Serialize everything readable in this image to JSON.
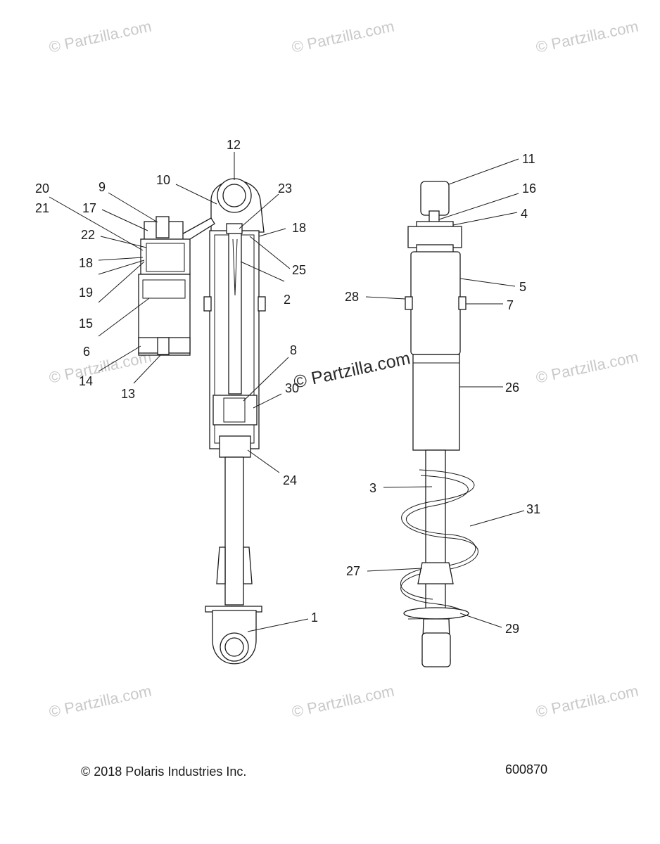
{
  "watermarks": {
    "brand": "© Partzilla.com",
    "center": "© Partzilla.com"
  },
  "footer": {
    "copyright": "© 2018 Polaris Industries Inc.",
    "drawing_number": "600870"
  },
  "callouts": {
    "left_shock": [
      "12",
      "10",
      "23",
      "9",
      "20",
      "21",
      "17",
      "18",
      "22",
      "18",
      "25",
      "19",
      "2",
      "15",
      "6",
      "14",
      "13",
      "8",
      "30",
      "24",
      "1"
    ],
    "right_shock": [
      "11",
      "16",
      "4",
      "5",
      "28",
      "7",
      "26",
      "3",
      "31",
      "27",
      "29"
    ]
  },
  "colors": {
    "line": "#1a1a1a",
    "watermark": "#c9c9c9",
    "background": "#ffffff"
  }
}
